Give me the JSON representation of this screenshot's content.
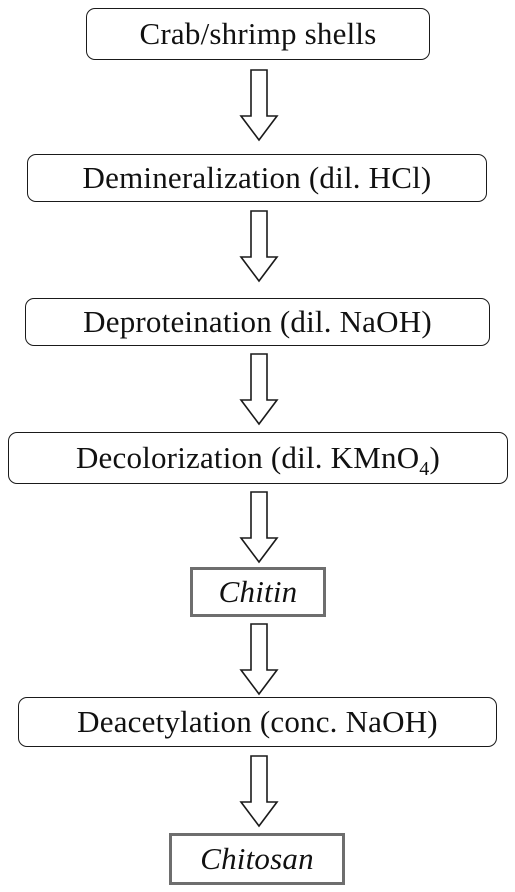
{
  "steps": [
    {
      "id": "crab-shrimp-shells",
      "label": "Crab/shrimp shells",
      "kind": "process"
    },
    {
      "id": "demineralization",
      "label": "Demineralization (dil. HCl)",
      "kind": "process"
    },
    {
      "id": "deproteination",
      "label": "Deproteination (dil. NaOH)",
      "kind": "process"
    },
    {
      "id": "decolorization",
      "label_main": "Decolorization (dil. KMnO",
      "label_sub": "4",
      "label_end": ")",
      "kind": "process"
    },
    {
      "id": "chitin",
      "label": "Chitin",
      "kind": "product"
    },
    {
      "id": "deacetylation",
      "label": "Deacetylation (conc. NaOH)",
      "kind": "process"
    },
    {
      "id": "chitosan",
      "label": "Chitosan",
      "kind": "product"
    }
  ],
  "colors": {
    "process_border": "#1a1a1a",
    "product_border": "#6e6e6e",
    "arrow_stroke": "#1a1a1a"
  }
}
